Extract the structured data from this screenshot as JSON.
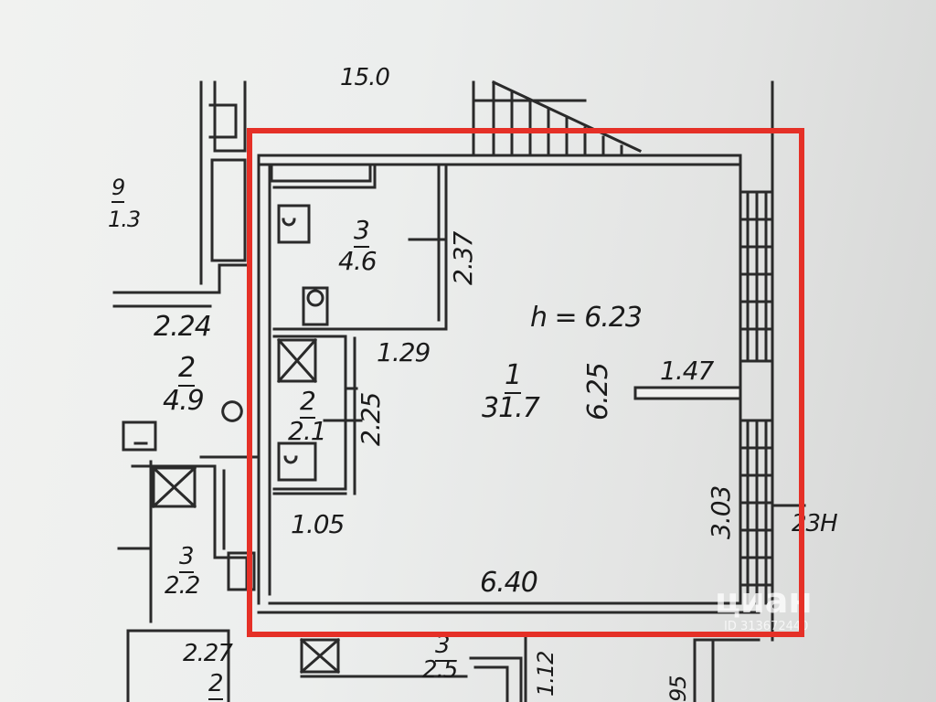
{
  "plan": {
    "labels": {
      "room9_number": "9",
      "room9_area": "1.3",
      "top_area": "15.0",
      "left_dim_224": "2.24",
      "left_room2_number": "2",
      "left_room2_area": "4.9",
      "left_room3_number": "3",
      "left_room3_area": "2.2",
      "bottom_left_dim": "2.27",
      "bottom_left_number": "2",
      "bath_number": "3",
      "bath_area": "4.6",
      "bath_dim": "2.37",
      "height": "h = 6.23",
      "dim_129": "1.29",
      "wc_number": "2",
      "wc_area": "2.1",
      "wc_dim": "2.25",
      "main_number": "1",
      "main_area": "31.7",
      "main_dim_625": "6.25",
      "dim_147": "1.47",
      "dim_105": "1.05",
      "dim_640": "6.40",
      "dim_303": "3.03",
      "edge_label": "23Н",
      "bottom_room3_number": "3",
      "bottom_room3_area": "2.5",
      "dim_112": "1.12",
      "dim_95": "95"
    },
    "watermark": {
      "brand": "циан",
      "id": "ID 313672440"
    },
    "highlight_color": "#e53027"
  }
}
